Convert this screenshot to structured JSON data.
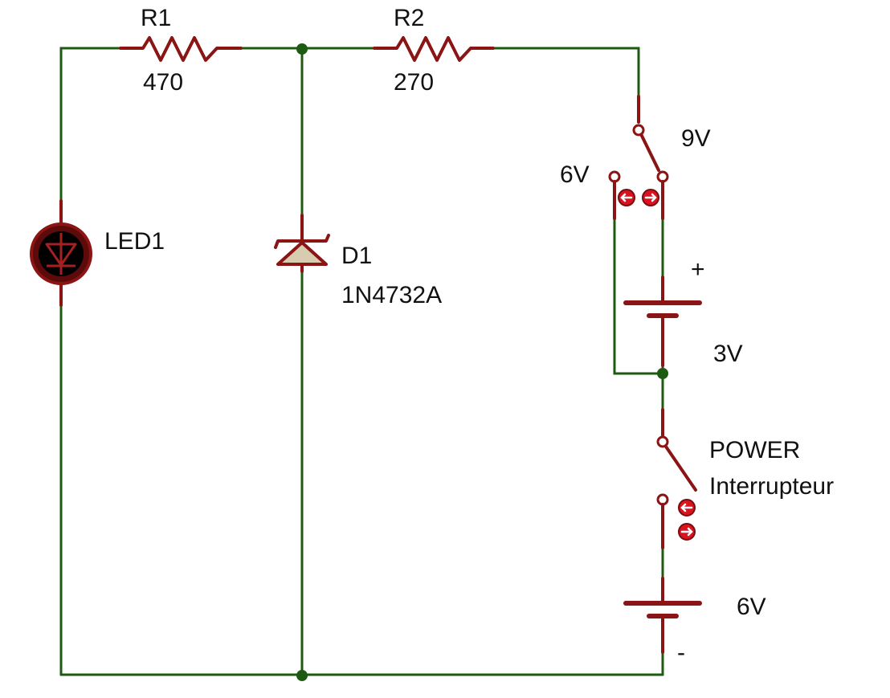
{
  "schematic": {
    "r1": {
      "ref": "R1",
      "value": "470"
    },
    "r2": {
      "ref": "R2",
      "value": "270"
    },
    "led": {
      "ref": "LED1"
    },
    "zener": {
      "ref": "D1",
      "part": "1N4732A"
    },
    "selector_switch": {
      "left_label": "6V",
      "right_label": "9V"
    },
    "battery_3v": {
      "plus_label": "+",
      "voltage_label": "3V"
    },
    "power_switch": {
      "label": "POWER",
      "sublabel": "Interrupteur"
    },
    "battery_6v": {
      "voltage_label": "6V",
      "minus_label": "-"
    },
    "colors": {
      "wire": "#1f5a12",
      "component": "#8b1414",
      "zener_fill": "#d8ccb0",
      "led_body": "#5c0a0a",
      "button": "#d9141e"
    }
  }
}
